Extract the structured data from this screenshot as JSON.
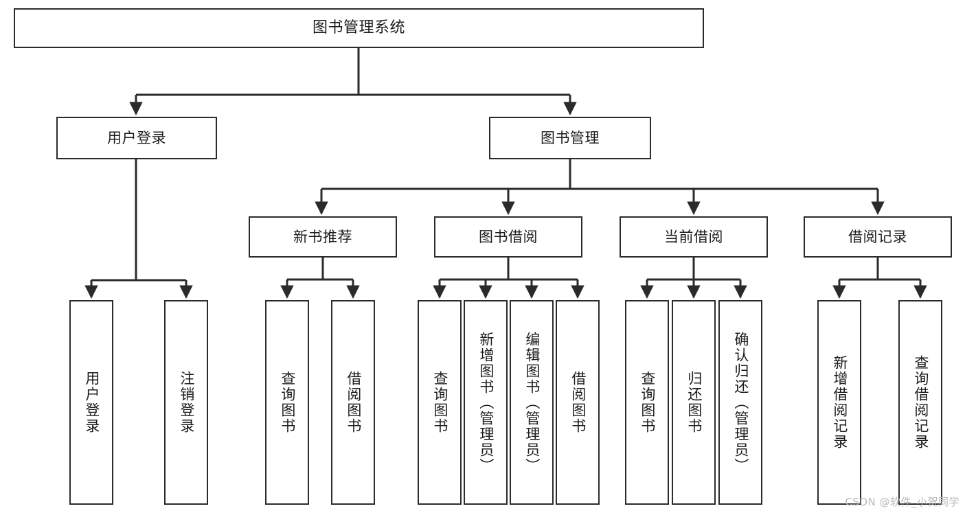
{
  "diagram": {
    "title": "图书管理系统",
    "type": "tree-hierarchy-chart",
    "colors": {
      "box_border": "#2b2b2b",
      "box_fill": "#ffffff",
      "edge": "#2b2b2b",
      "text": "#1c1c1c",
      "watermark": "#b9b9b9",
      "background": "#ffffff"
    }
  },
  "root": {
    "label": "图书管理系统"
  },
  "level1": [
    {
      "label": "用户登录"
    },
    {
      "label": "图书管理"
    }
  ],
  "level2": [
    {
      "label": "新书推荐"
    },
    {
      "label": "图书借阅"
    },
    {
      "label": "当前借阅"
    },
    {
      "label": "借阅记录"
    }
  ],
  "leaves": {
    "user_login": [
      {
        "label": "用户登录"
      },
      {
        "label": "注销登录"
      }
    ],
    "new_book": [
      {
        "label": "查询图书"
      },
      {
        "label": "借阅图书"
      }
    ],
    "book_borrow": [
      {
        "label": "查询图书"
      },
      {
        "label": "新增图书（管理员）"
      },
      {
        "label": "编辑图书（管理员）"
      },
      {
        "label": "借阅图书"
      }
    ],
    "current_borrow": [
      {
        "label": "查询图书"
      },
      {
        "label": "归还图书"
      },
      {
        "label": "确认归还（管理员）"
      }
    ],
    "borrow_record": [
      {
        "label": "新增借阅记录"
      },
      {
        "label": "查询借阅记录"
      }
    ]
  },
  "watermark": {
    "text": "CSDN @软件_小贺同学"
  }
}
